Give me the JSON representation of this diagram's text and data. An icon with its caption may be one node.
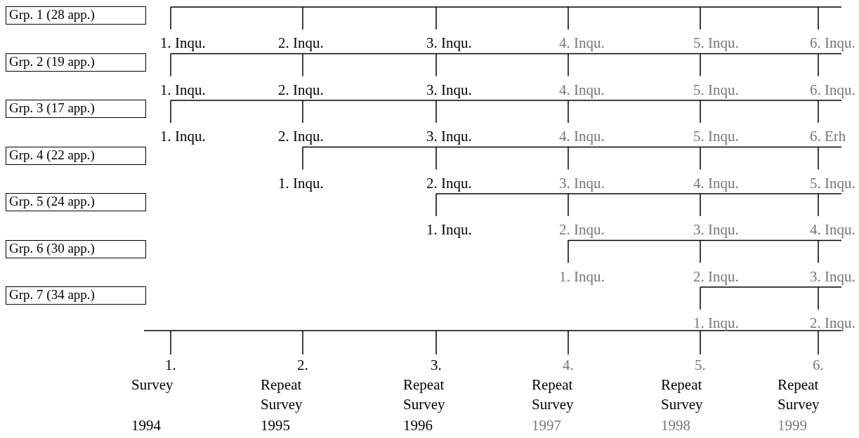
{
  "diagram": {
    "nodes": [
      {
        "text": [
          "Grp. 1 (28 app.)"
        ]
      },
      {
        "text": [
          "Grp. 2 (19 app.)"
        ]
      },
      {
        "text": [
          "Grp. 3 (17 app.)"
        ]
      },
      {
        "text": [
          "Grp. 4 (22 app.)"
        ]
      },
      {
        "text": [
          "Grp. 5 (24 app.)"
        ]
      },
      {
        "text": [
          "Grp. 6 (30 app.)"
        ]
      },
      {
        "text": [
          "Grp. 7 (34 app.)"
        ]
      }
    ],
    "labels": [
      "1. Inqu.",
      "2. Inqu.",
      "3. Inqu.",
      "4. Inqu.",
      "5. Inqu.",
      "6. Inqu.",
      "1. Inqu.",
      "2. Inqu.",
      "3. Inqu.",
      "4. Inqu.",
      "5. Inqu.",
      "6. Inqu.",
      "1. Inqu.",
      "2. Inqu.",
      "3. Inqu.",
      "4. Inqu.",
      "5. Inqu.",
      "6. Erh",
      "1. Inqu.",
      "2. Inqu.",
      "3. Inqu.",
      "4. Inqu.",
      "5. Inqu.",
      "1. Inqu.",
      "2. Inqu.",
      "3. Inqu.",
      "4. Inqu.",
      "1. Inqu.",
      "2. Inqu.",
      "3. Inqu.",
      "1. Inqu.",
      "2. Inqu.",
      "1.",
      "Survey",
      "1994",
      "2.",
      "Repeat Survey",
      "1995",
      "3.",
      "Repeat Survey",
      "1996",
      "4.",
      "Repeat Survey",
      "1997",
      "5.",
      "Repeat Survey",
      "1998",
      "6.",
      "Repeat Survey",
      "1999"
    ]
  }
}
